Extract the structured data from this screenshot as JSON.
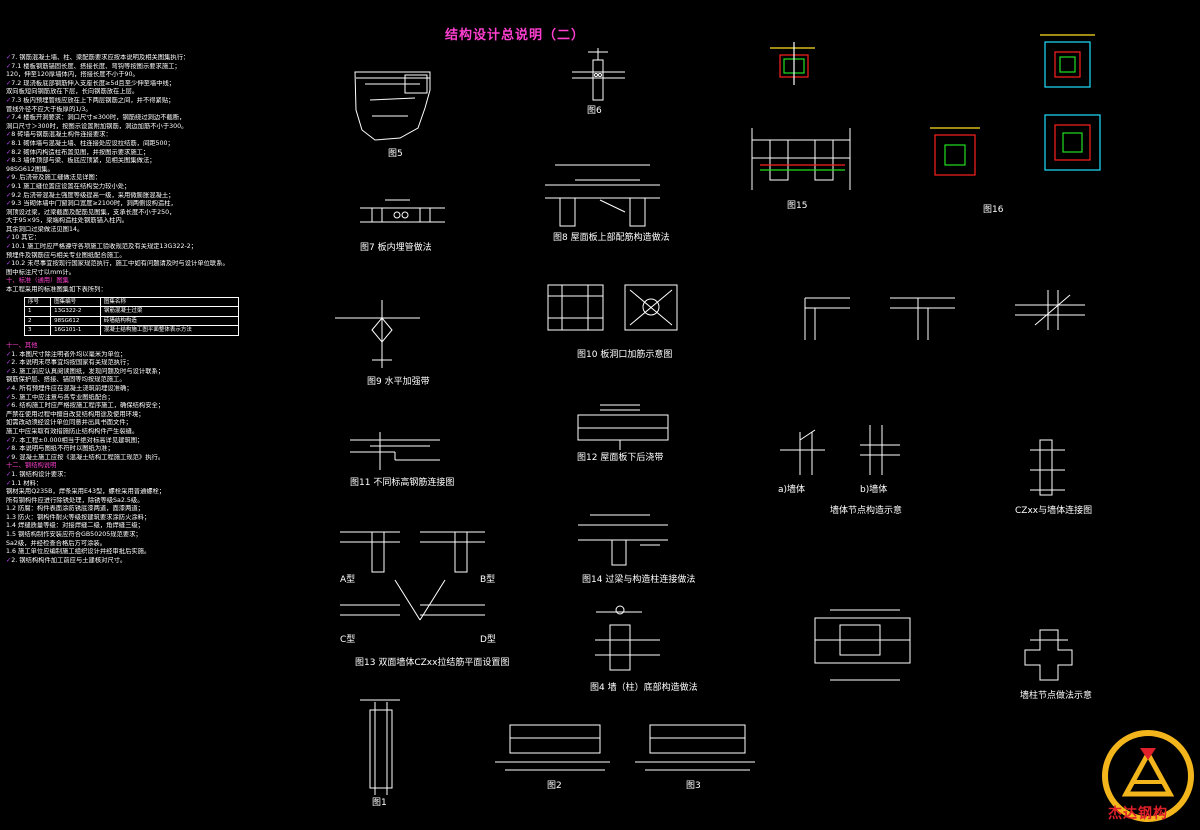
{
  "sheet": {
    "title": "结构设计总说明（二）"
  },
  "notes": [
    {
      "mark": "✓",
      "text": "7.   钢筋混凝土墙、柱、梁配筋要求应按本说明及相关图集执行：",
      "color": "white"
    },
    {
      "mark": "✓",
      "text": "7.1   楼板钢筋锚固长度、搭接长度、弯钩等按图示要求施工；",
      "color": "white"
    },
    {
      "mark": "",
      "text": "        120，伸至120厚墙体内，搭接长度不小于90。",
      "color": "white"
    },
    {
      "mark": "✓",
      "text": "7.2   现浇板底部钢筋伸入支座长度≥5d且至少伸至墙中线；",
      "color": "white"
    },
    {
      "mark": "",
      "text": "        双向板短向钢筋放在下层，长向钢筋放在上层。",
      "color": "white"
    },
    {
      "mark": "✓",
      "text": "7.3   板内预埋管线应放在上下两层钢筋之间，并不得紧贴；",
      "color": "white"
    },
    {
      "mark": "",
      "text": "        管线外径不应大于板厚的1/3。",
      "color": "white"
    },
    {
      "mark": "✓",
      "text": "7.4   楼板开洞要求：洞口尺寸≤300时，钢筋绕过洞边不截断，",
      "color": "white"
    },
    {
      "mark": "",
      "text": "        洞口尺寸＞300时，按图示设置附加钢筋，洞边加筋不小于300。",
      "color": "white"
    },
    {
      "mark": "✓",
      "text": "8    砖墙与钢筋混凝土构件连接要求：",
      "color": "white"
    },
    {
      "mark": "✓",
      "text": "8.1   砌体墙与混凝土墙、柱连接处应设拉结筋，间距500；",
      "color": "white"
    },
    {
      "mark": "✓",
      "text": "8.2   砌体内构造柱布置见图，并按图示要求施工；",
      "color": "white"
    },
    {
      "mark": "✓",
      "text": "8.3   墙体顶部与梁、板底应顶紧，见相关图集做法；",
      "color": "white"
    },
    {
      "mark": "",
      "text": "        98SG612图集。",
      "color": "white"
    },
    {
      "mark": "✓",
      "text": "9.   后浇带及施工缝做法见详图：",
      "color": "white"
    },
    {
      "mark": "✓",
      "text": "9.1   施工缝位置应设置在结构受力较小处；",
      "color": "white"
    },
    {
      "mark": "✓",
      "text": "9.2   后浇带混凝土强度等级提高一级，采用微膨胀混凝土；",
      "color": "white"
    },
    {
      "mark": "✓",
      "text": "9.3   当砌体墙中门窗洞口宽度≥2100时，洞两侧设构造柱，",
      "color": "white"
    },
    {
      "mark": "",
      "text": "        洞顶设过梁，过梁截面及配筋见图集，支承长度不小于250，",
      "color": "white"
    },
    {
      "mark": "",
      "text": "        大于95×95，梁端构造柱处钢筋锚入柱内。",
      "color": "white"
    },
    {
      "mark": "",
      "text": "        其余洞口过梁做法见图14。",
      "color": "white"
    },
    {
      "mark": "✓",
      "text": "10   其它：",
      "color": "white"
    },
    {
      "mark": "✓",
      "text": "10.1   施工时应严格遵守各项施工验收规范及有关规定13G322-2；",
      "color": "white"
    },
    {
      "mark": "",
      "text": "        预埋件及钢筋应与相关专业图纸配合施工。",
      "color": "white"
    },
    {
      "mark": "✓",
      "text": "10.2   未尽事宜按现行国家规范执行，施工中如有问题请及时与设计单位联系。",
      "color": "white"
    },
    {
      "mark": "",
      "text": "        图中标注尺寸以mm计。",
      "color": "white"
    },
    {
      "mark": "",
      "text": "十、标准（通用）图集",
      "color": "magenta"
    },
    {
      "mark": "",
      "text": "        本工程采用的标准图集如下表所列：",
      "color": "white"
    }
  ],
  "atlas_table": {
    "headers": [
      "序号",
      "图集编号",
      "图集名称"
    ],
    "rows": [
      [
        "1",
        "13G322-2",
        "钢筋混凝土过梁"
      ],
      [
        "2",
        "98SG612",
        "砖墙结构构造"
      ],
      [
        "3",
        "16G101-1",
        "混凝土结构施工图平面整体表示方法"
      ]
    ]
  },
  "notes2": [
    {
      "mark": "",
      "text": "十一、其他",
      "color": "magenta"
    },
    {
      "mark": "✓",
      "text": "1.   本图尺寸除注明者外均以毫米为单位；",
      "color": "white"
    },
    {
      "mark": "✓",
      "text": "2.   本说明未尽事宜均按国家有关规范执行；",
      "color": "white"
    },
    {
      "mark": "✓",
      "text": "3.   施工前应认真阅读图纸，发现问题及时与设计联系；",
      "color": "white"
    },
    {
      "mark": "",
      "text": "        钢筋保护层、搭接、锚固等均按规范施工。",
      "color": "white"
    },
    {
      "mark": "✓",
      "text": "4.   所有预埋件应在混凝土浇筑前埋设准确；",
      "color": "white"
    },
    {
      "mark": "✓",
      "text": "5.   施工中应注意与各专业图纸配合；",
      "color": "white"
    },
    {
      "mark": "✓",
      "text": "6.   结构施工时应严格按施工程序施工，确保结构安全；",
      "color": "white"
    },
    {
      "mark": "",
      "text": "        严禁在使用过程中擅自改变结构用途及使用环境；",
      "color": "white"
    },
    {
      "mark": "",
      "text": "        如需改动须经设计单位同意并出具书面文件；",
      "color": "white"
    },
    {
      "mark": "",
      "text": "        施工中应采取有效措施防止结构构件产生裂缝。",
      "color": "white"
    },
    {
      "mark": "✓",
      "text": "7.   本工程±0.000相当于绝对标高详见建筑图；",
      "color": "white"
    },
    {
      "mark": "✓",
      "text": "8.   本说明与图纸不符时以图纸为准；",
      "color": "white"
    },
    {
      "mark": "✓",
      "text": "9.   混凝土施工应按《混凝土结构工程施工规范》执行。",
      "color": "white"
    },
    {
      "mark": "",
      "text": "十二、钢结构说明",
      "color": "magenta"
    },
    {
      "mark": "✓",
      "text": "1.   钢结构设计要求：",
      "color": "white"
    },
    {
      "mark": "✓",
      "text": "1.1   材料：",
      "color": "white"
    },
    {
      "mark": "",
      "text": "        钢材采用Q235B，焊条采用E43型，螺栓采用普通螺栓；",
      "color": "white"
    },
    {
      "mark": "",
      "text": "        所有钢构件应进行除锈处理，除锈等级Sa2.5级。",
      "color": "white"
    },
    {
      "mark": "",
      "text": "1.2   防腐：构件表面涂防锈底漆两道，面漆两道；",
      "color": "white"
    },
    {
      "mark": "",
      "text": "1.3   防火：钢构件耐火等级按建筑要求涂防火涂料；",
      "color": "white"
    },
    {
      "mark": "",
      "text": "1.4   焊缝质量等级：对接焊缝二级，角焊缝三级；",
      "color": "white"
    },
    {
      "mark": "",
      "text": "1.5   钢结构制作安装应符合GB50205规范要求；",
      "color": "white"
    },
    {
      "mark": "",
      "text": "        Sa2级，并经检查合格后方可涂装。",
      "color": "white"
    },
    {
      "mark": "",
      "text": "1.6   施工单位应编制施工组织设计并经审批后实施。",
      "color": "white"
    },
    {
      "mark": "✓",
      "text": "2.   钢结构构件加工前应与土建核对尺寸。",
      "color": "white"
    }
  ],
  "captions": {
    "fig5": "图5",
    "fig6": "图6",
    "fig7": "图7 板内埋管做法",
    "fig8": "图8 屋面板上部配筋构造做法",
    "fig9": "图9 水平加强带",
    "fig10": "图10 板洞口加筋示意图",
    "fig11": "图11 不同标高钢筋连接图",
    "fig12": "图12 屋面板下后浇带",
    "fig13": "图13 双面墙体CZxx拉结筋平面设置图",
    "fig14": "图14 过梁与构造柱连接做法",
    "fig15": "图15",
    "fig16": "图16",
    "fig1": "图1",
    "fig2": "图2",
    "fig3": "图3",
    "fig_cz": "CZxx与墙体连接图",
    "fig_wall": "墙体节点构造示意",
    "fig_post": "墙柱节点做法示意",
    "a_type": "A型",
    "b_type": "B型",
    "c_type": "C型",
    "d_type": "D型",
    "a_node": "a)墙体",
    "b_node": "b)墙体",
    "fig4": "图4 墙（柱）底部构造做法"
  },
  "logo": {
    "text": "杰达钢构",
    "color": "#e0202a",
    "ring_color": "#f2b51c"
  },
  "colors": {
    "background": "#000000",
    "title": "#ff3fd0",
    "line": "#ffffff",
    "accent_red": "#ff2020",
    "accent_green": "#20e020",
    "accent_yellow": "#ffe020",
    "accent_cyan": "#20e0ff"
  }
}
